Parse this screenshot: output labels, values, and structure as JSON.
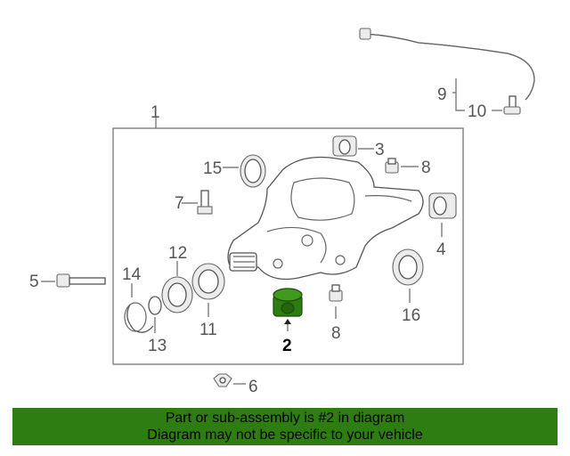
{
  "callouts": {
    "c1": "1",
    "c2": "2",
    "c3": "3",
    "c4": "4",
    "c5": "5",
    "c6": "6",
    "c7": "7",
    "c8a": "8",
    "c8b": "8",
    "c9": "9",
    "c10": "10",
    "c11": "11",
    "c12": "12",
    "c13": "13",
    "c14": "14",
    "c15": "15",
    "c16": "16"
  },
  "banner": {
    "line1": "Part or sub-assembly is #2 in diagram",
    "line2": "Diagram may not be specific to your vehicle"
  },
  "colors": {
    "highlight": "#2e7d12",
    "banner_bg": "#2e7d12",
    "line": "#666666"
  }
}
